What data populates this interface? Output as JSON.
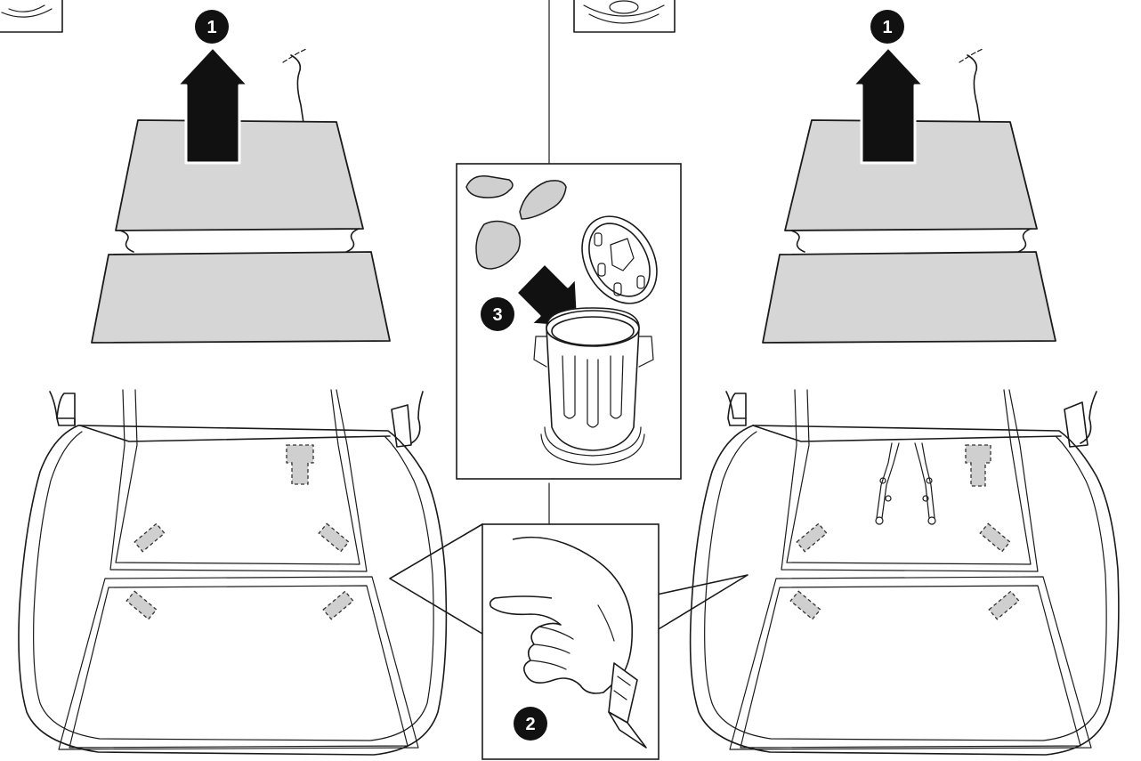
{
  "steps": {
    "left_lift": "1",
    "right_lift": "1",
    "cut": "2",
    "discard": "3"
  },
  "icons": {
    "lift_arrow": "arrow-up-icon",
    "discard_arrow": "arrow-down-right-icon",
    "trash_can": "trash-can-icon",
    "cutter": "utility-knife-icon",
    "hand": "hand-icon"
  },
  "colors": {
    "pad_fill": "#d6d6d6",
    "badge_fill": "#111111",
    "line": "#1a1a1a"
  }
}
